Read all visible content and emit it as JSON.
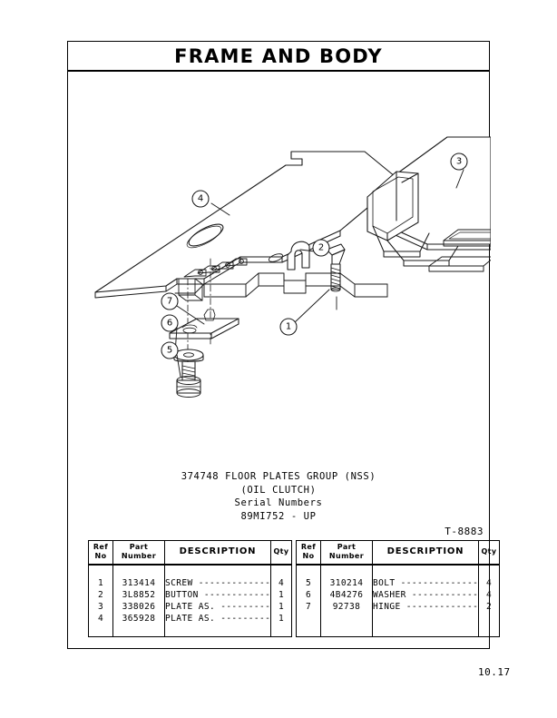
{
  "page": {
    "title": "FRAME AND BODY",
    "number": "10.17",
    "drawing_ref": "T-8883"
  },
  "caption": {
    "line1": "374748 FLOOR PLATES GROUP (NSS)",
    "line2": "(OIL CLUTCH)",
    "line3": "Serial Numbers",
    "line4": "89MI752 - UP"
  },
  "illustration": {
    "callouts": [
      {
        "id": "1",
        "label": "1"
      },
      {
        "id": "2",
        "label": "2"
      },
      {
        "id": "3",
        "label": "3"
      },
      {
        "id": "4",
        "label": "4"
      },
      {
        "id": "5",
        "label": "5"
      },
      {
        "id": "6",
        "label": "6"
      },
      {
        "id": "7",
        "label": "7"
      }
    ]
  },
  "tables": {
    "headers": {
      "ref_line1": "Ref",
      "ref_line2": "No",
      "part_line1": "Part",
      "part_line2": "Number",
      "description": "DESCRIPTION",
      "qty": "Qty"
    },
    "left_rows": [
      {
        "ref": "1",
        "part": "313414",
        "desc": "SCREW ---------------",
        "qty": "4"
      },
      {
        "ref": "2",
        "part": "3L8852",
        "desc": "BUTTON --------------",
        "qty": "1"
      },
      {
        "ref": "3",
        "part": "338026",
        "desc": "PLATE AS. -----------",
        "qty": "1"
      },
      {
        "ref": "4",
        "part": "365928",
        "desc": "PLATE AS. -----------",
        "qty": "1"
      }
    ],
    "right_rows": [
      {
        "ref": "5",
        "part": "310214",
        "desc": "BOLT ----------------",
        "qty": "4"
      },
      {
        "ref": "6",
        "part": "4B4276",
        "desc": "WASHER --------------",
        "qty": "4"
      },
      {
        "ref": "7",
        "part": "92738",
        "desc": "HINGE ---------------",
        "qty": "2"
      }
    ]
  }
}
